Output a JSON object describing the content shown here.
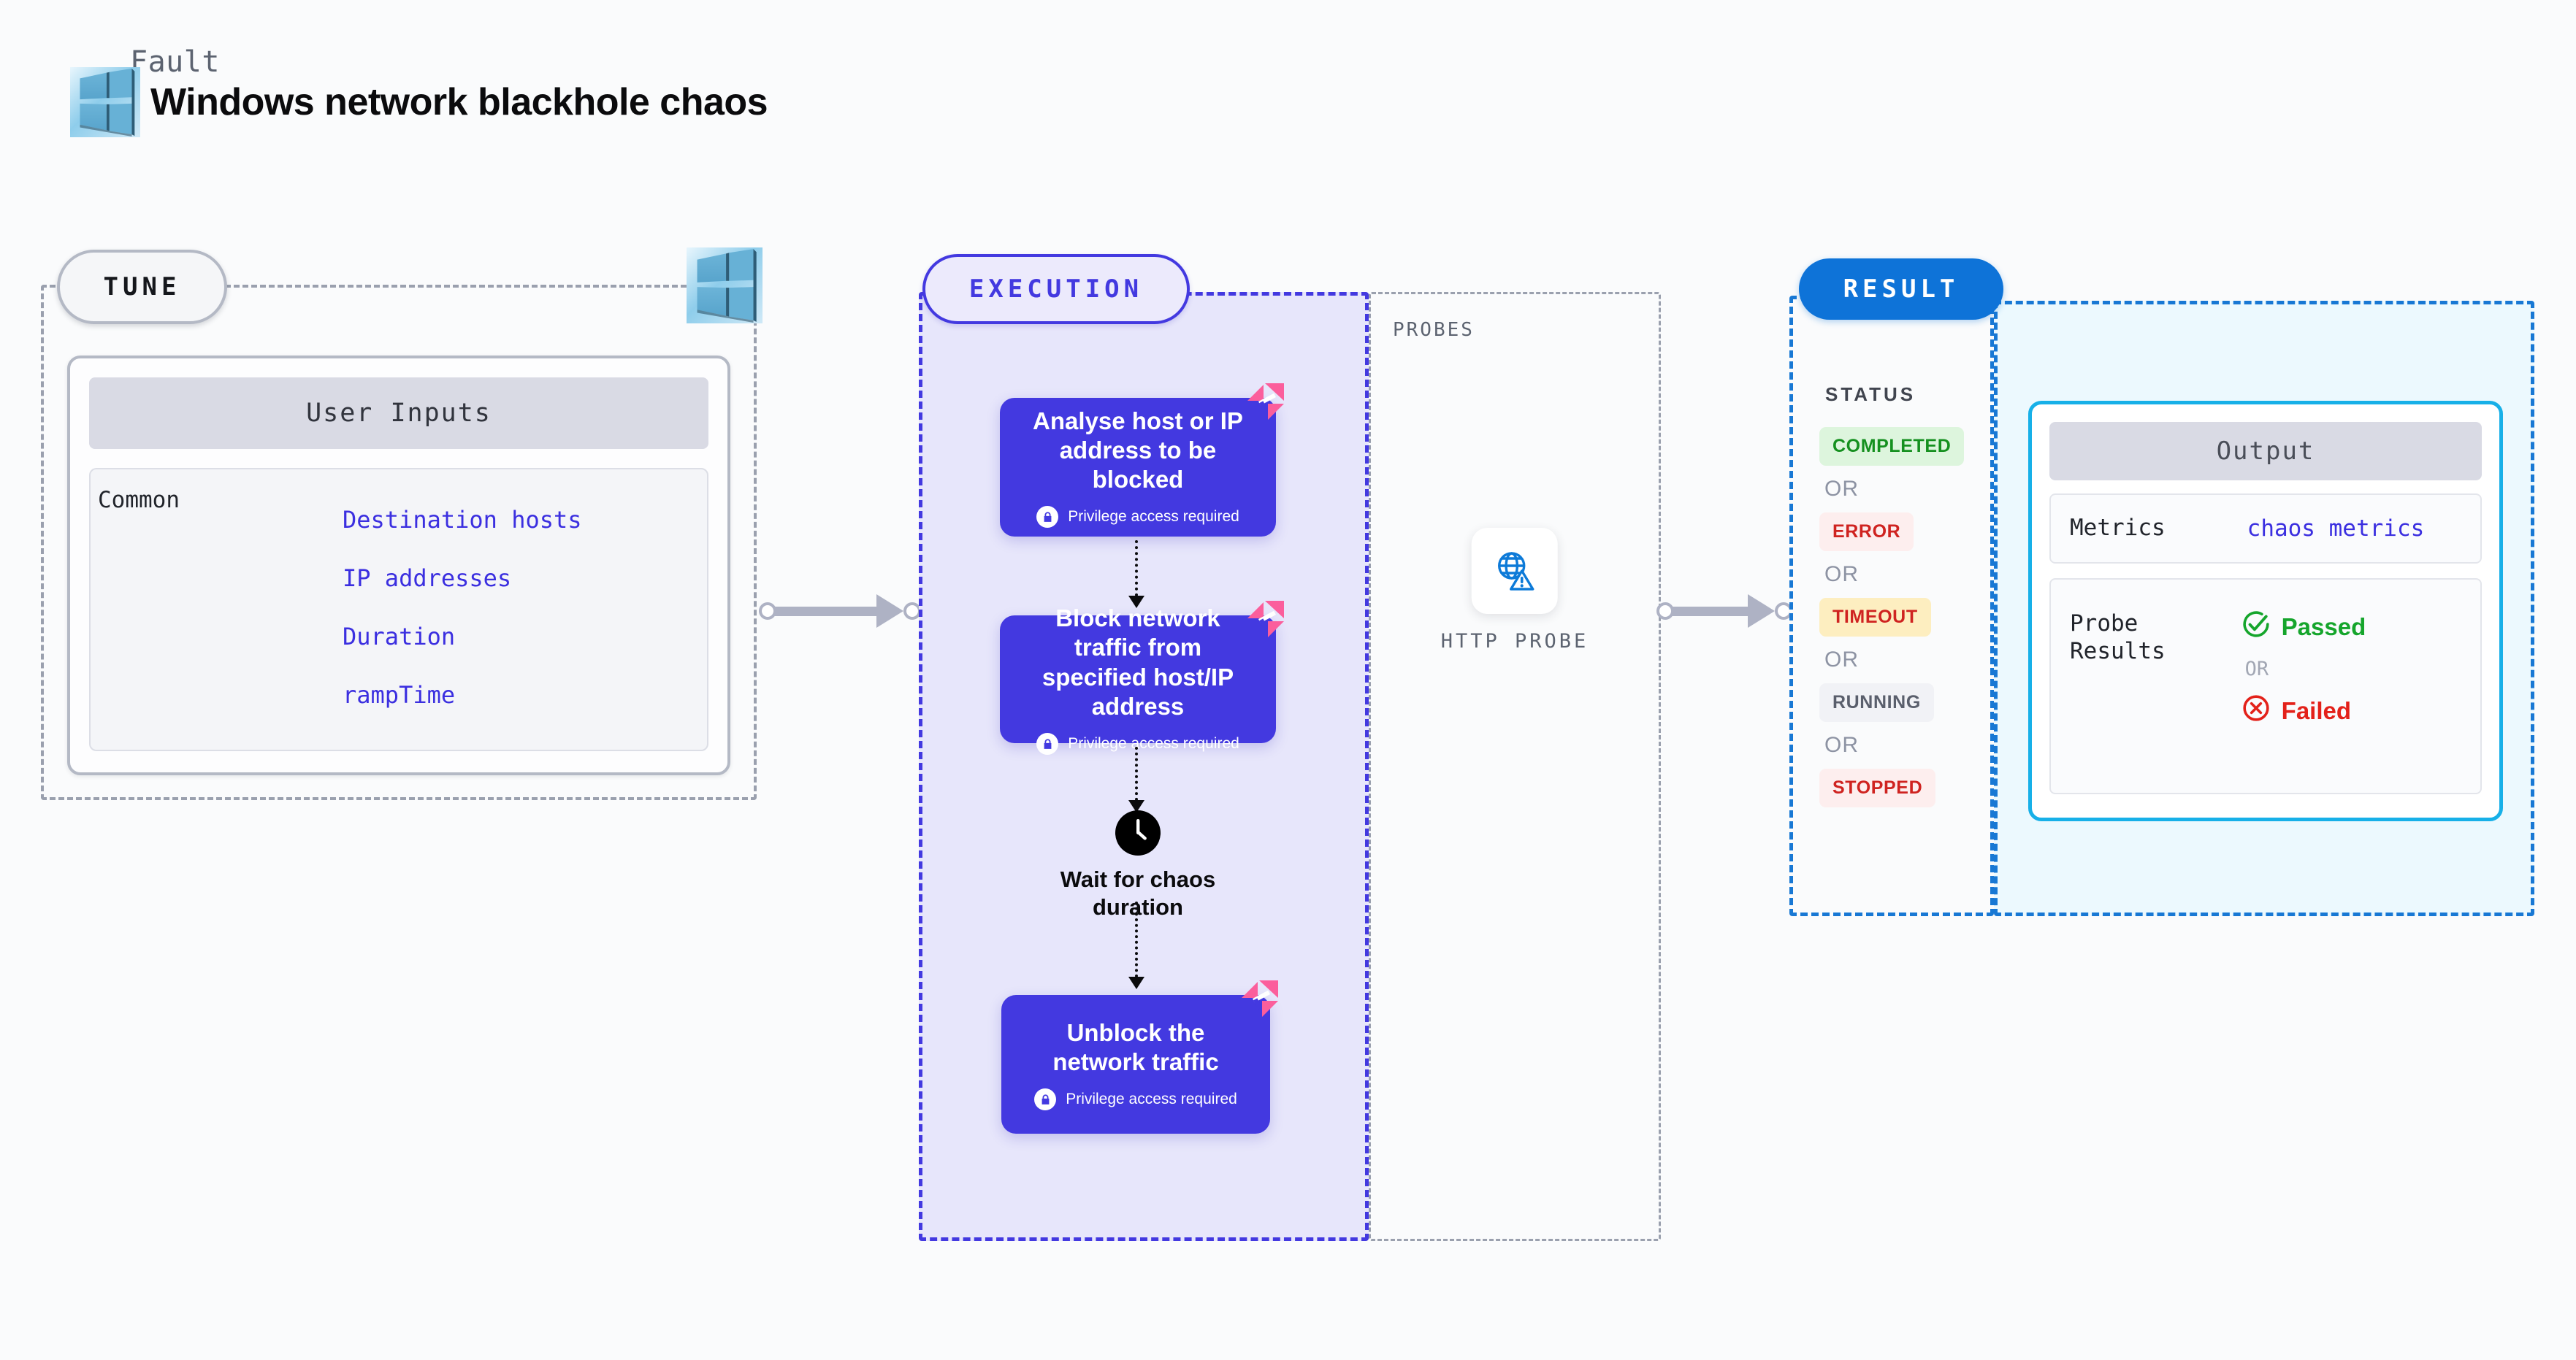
{
  "header": {
    "kicker": "Fault",
    "title": "Windows network blackhole chaos",
    "platform_icon": "windows-logo-icon"
  },
  "tune": {
    "chip_label": "TUNE",
    "platform_icon": "windows-logo-icon",
    "card": {
      "header": "User Inputs",
      "group_label": "Common",
      "params": [
        "Destination hosts",
        "IP addresses",
        "Duration",
        "rampTime"
      ]
    }
  },
  "execution": {
    "chip_label": "EXECUTION",
    "steps": [
      {
        "title": "Analyse host or IP address to be blocked",
        "privilege": "Privilege access required",
        "privilege_icon": "lock-icon",
        "brand_icon": "harness-logo-icon"
      },
      {
        "title": "Block network traffic from specified host/IP address",
        "privilege": "Privilege access required",
        "privilege_icon": "lock-icon",
        "brand_icon": "harness-logo-icon"
      },
      {
        "title": "Unblock the network traffic",
        "privilege": "Privilege access required",
        "privilege_icon": "lock-icon",
        "brand_icon": "harness-logo-icon"
      }
    ],
    "wait": {
      "label": "Wait for chaos duration",
      "icon": "clock-icon"
    }
  },
  "probes": {
    "section_label": "PROBES",
    "items": [
      {
        "name": "HTTP PROBE",
        "icon": "globe-warning-icon"
      }
    ]
  },
  "result": {
    "chip_label": "RESULT",
    "status_label": "STATUS",
    "or_label": "OR",
    "statuses": [
      {
        "label": "COMPLETED",
        "bg": "#ddf5dd",
        "fg": "#15901f"
      },
      {
        "label": "ERROR",
        "bg": "#fdeeee",
        "fg": "#cf2320"
      },
      {
        "label": "TIMEOUT",
        "bg": "#fdeec0",
        "fg": "#cf2320"
      },
      {
        "label": "RUNNING",
        "bg": "#f1f2f6",
        "fg": "#5a5f6c"
      },
      {
        "label": "STOPPED",
        "bg": "#fdeeee",
        "fg": "#cf2320"
      }
    ],
    "output": {
      "header": "Output",
      "metrics_key": "Metrics",
      "metrics_value": "chaos metrics",
      "probe_results_key": "Probe\nResults",
      "passed_label": "Passed",
      "passed_icon": "check-circle-icon",
      "failed_label": "Failed",
      "failed_icon": "x-circle-icon",
      "or_label": "OR"
    }
  },
  "colors": {
    "execution_purple": "#4339e0",
    "result_blue": "#0e73d8",
    "output_cyan": "#17b0e8",
    "harness_pink": "#fb5e9c",
    "param_blue": "#3b2fe0",
    "passed_green": "#15a52c",
    "failed_red": "#e3211a"
  }
}
